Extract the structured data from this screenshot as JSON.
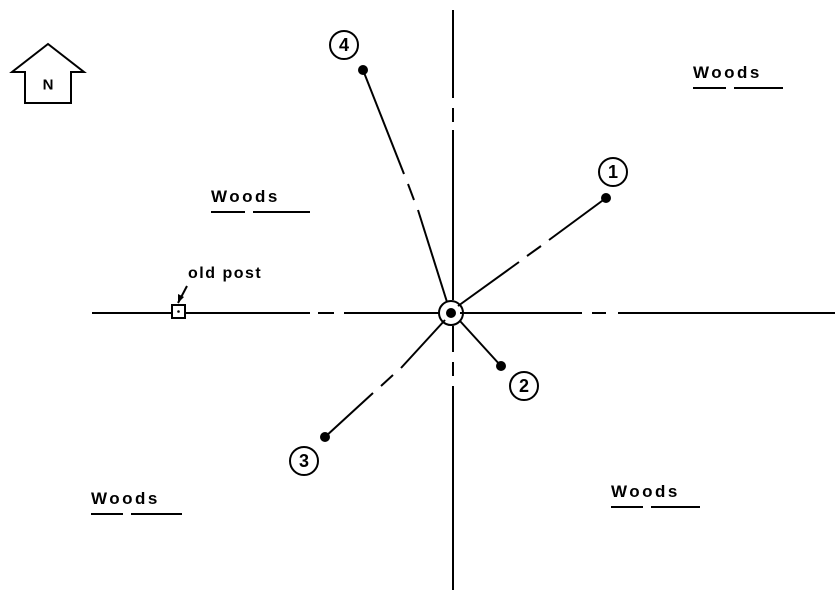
{
  "north_marker": {
    "letter": "N",
    "icon": "north-arrow-icon"
  },
  "areas": {
    "woods_nw": "Woods",
    "woods_ne": "Woods",
    "woods_sw": "Woods",
    "woods_se": "Woods"
  },
  "old_post": {
    "label": "old post",
    "icon": "post-marker-icon"
  },
  "points": [
    {
      "number": "1"
    },
    {
      "number": "2"
    },
    {
      "number": "3"
    },
    {
      "number": "4"
    }
  ],
  "center": {
    "icon": "center-monument-icon"
  },
  "colors": {
    "ink": "#000000",
    "background": "#ffffff"
  }
}
